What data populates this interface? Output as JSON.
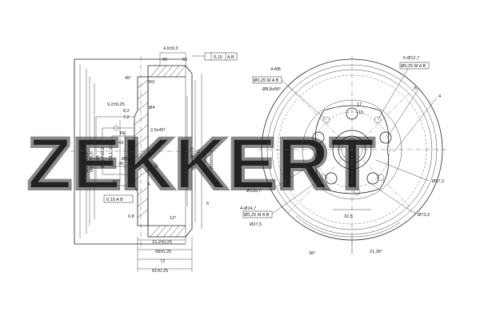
{
  "watermark": "ZEKKERT",
  "dims": {
    "top_flange": "4,6±0,3",
    "note_86": "86",
    "note_63": "63",
    "gdt_perp": "0,15",
    "gdt_perp_ref": "A B",
    "angle_45": "45°",
    "r3": "R3",
    "dim_9_2": "9,2±0,25",
    "dim_8_2": "8,2",
    "dim_7_2": "7,2",
    "phi4": "Ø4",
    "chamfer": "2,5x45°",
    "r6": "R6",
    "dim_43": "43",
    "dim_36": "36",
    "d59": "Ø59,1 -0,05",
    "d58_7": "Ø58,7±0,2",
    "d84": "Ø84",
    "d98": "Ø98",
    "d257": "Ø257±0,3",
    "d280": "Ø280±0,3",
    "d115": "Ø115",
    "d173": "Ø173",
    "d241": "Ø241",
    "d250": "Ø250",
    "d260": "Ø260±0,3",
    "angle_35": "35°",
    "dim_5": "5",
    "gdt_bottom": "0,15 A B",
    "dim_0_8": "0,8",
    "dim_12": "12°",
    "dim_15_2": "15,2±0,25",
    "dim_58": "58±0,25",
    "dim_72": "72",
    "dim_81": "81±0,25",
    "dim_a": "A",
    "dim_b": "B",
    "holes_top_left": "4-M8",
    "holes_top_left_tol": "Ø0,25 M A B",
    "holes_top_left_sub": "Ø8,8x90°",
    "holes_top_right": "5-Ø12,7",
    "holes_top_right_tol": "Ø0,25 M A B",
    "label_5": "5",
    "label_4": "4",
    "dim_17": "17",
    "dim_15": "15",
    "d139_7": "Ø139,7",
    "d57_2": "Ø57,2",
    "holes_bottom": "4-Ø14,7",
    "holes_bottom_tol": "Ø0,25 M A B",
    "d27_5": "Ø27,5",
    "dim_32_5": "32,5",
    "d73_2": "Ø73,2",
    "angle_36": "36°",
    "angle_21_36": "21,36°"
  }
}
